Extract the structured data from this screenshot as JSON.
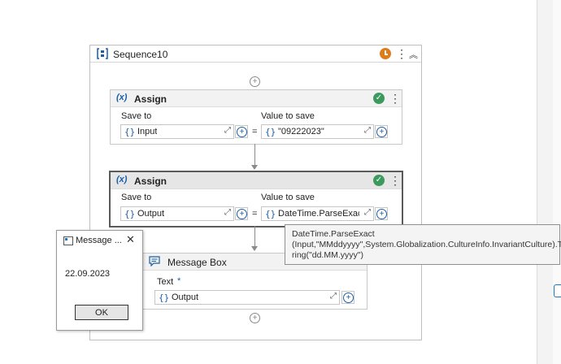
{
  "sequence": {
    "title": "Sequence10"
  },
  "assign1": {
    "title": "Assign",
    "save_to_label": "Save to",
    "value_label": "Value to save",
    "save_to_value": "Input",
    "value_value": "\"09222023\"",
    "brace": "{}",
    "equals": "="
  },
  "assign2": {
    "title": "Assign",
    "save_to_label": "Save to",
    "value_label": "Value to save",
    "save_to_value": "Output",
    "value_value": "DateTime.ParseExact(I",
    "brace": "{}",
    "equals": "="
  },
  "tooltip": {
    "line1": "DateTime.ParseExact",
    "line2": "(Input,\"MMddyyyy\",System.Globalization.CultureInfo.InvariantCulture).ToSt",
    "line3": "ring(\"dd.MM.yyyy\")"
  },
  "message_box": {
    "title": "Message Box",
    "text_label": "Text",
    "required_mark": "*",
    "text_value": "Output",
    "brace": "{}"
  },
  "dialog": {
    "title": "Message ...",
    "close_glyph": "✕",
    "message": "22.09.2023",
    "ok_label": "OK"
  },
  "glyphs": {
    "plus": "+",
    "kebab": "⋮",
    "collapse": "︽",
    "check": "✓",
    "expand": "⤢",
    "variable": "(x)"
  },
  "colors": {
    "accent": "#1b5fa8",
    "success": "#3c9a5f",
    "warning": "#e07b1a"
  }
}
